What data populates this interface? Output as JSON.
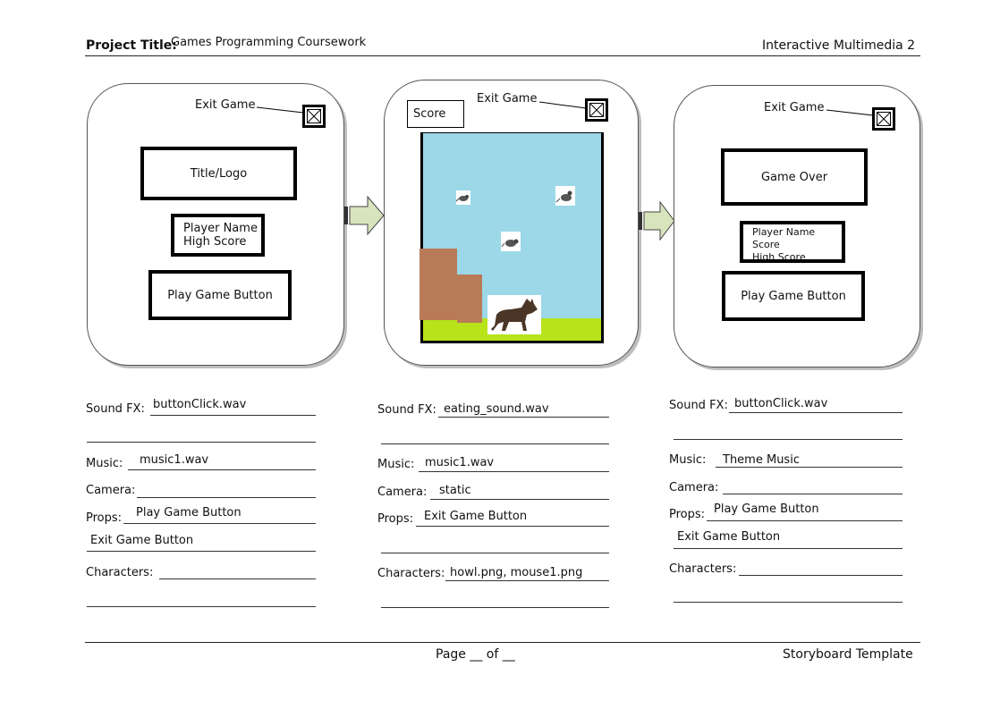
{
  "header": {
    "project_title_label": "Project Title:",
    "project_title_value": "Games Programming Coursework",
    "module": "Interactive Multimedia 2"
  },
  "panels": [
    {
      "exit_label": "Exit Game",
      "title_box": "Title/Logo",
      "info_lines": [
        "Player Name",
        "High Score"
      ],
      "play_button": "Play Game Button"
    },
    {
      "exit_label": "Exit Game",
      "score_box": "Score"
    },
    {
      "exit_label": "Exit Game",
      "title_box": "Game Over",
      "info_lines": [
        "Player Name",
        "Score",
        "High Score"
      ],
      "play_button": "Play Game Button"
    }
  ],
  "fields": {
    "labels": {
      "sound": "Sound FX:",
      "music": "Music:",
      "camera": "Camera:",
      "props": "Props:",
      "characters": "Characters:"
    },
    "col1": {
      "sound": "buttonClick.wav",
      "music": "music1.wav",
      "camera": "",
      "props": "Play Game Button",
      "props2": "Exit Game Button",
      "characters": ""
    },
    "col2": {
      "sound": "eating_sound.wav",
      "music": "music1.wav",
      "camera": "static",
      "props": "Exit Game Button",
      "props2": "",
      "characters": "howl.png, mouse1.png"
    },
    "col3": {
      "sound": "buttonClick.wav",
      "music": "Theme Music",
      "camera": "",
      "props": "Play Game Button",
      "props2": "Exit Game Button",
      "characters": ""
    }
  },
  "footer": {
    "page": "Page __ of __",
    "template": "Storyboard Template"
  },
  "colors": {
    "sky": "#9cd8e8",
    "grass": "#b7e31b",
    "block": "#b97a57",
    "arrow_fill": "#d8e4bc"
  }
}
